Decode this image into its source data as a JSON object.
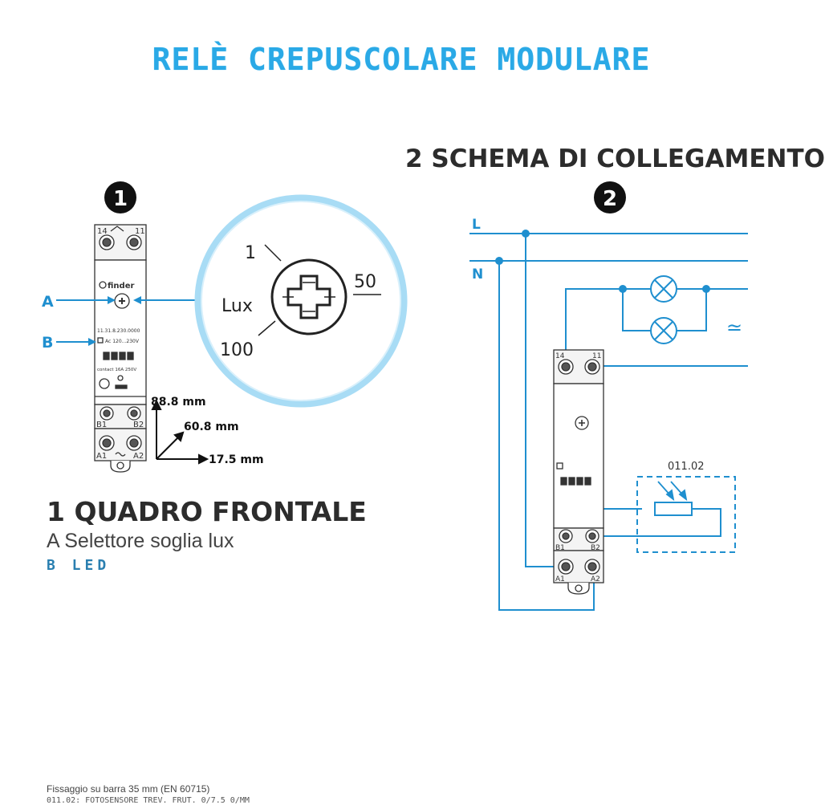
{
  "title": "RELÈ CREPUSCOLARE MODULARE",
  "schema_title": "2 SCHEMA DI COLLEGAMENTO",
  "badge_1": "1",
  "badge_2": "2",
  "section1_title": "1 QUADRO FRONTALE",
  "legend_a": "A Selettore soglia lux",
  "legend_b": "B LED",
  "callout_a": "A",
  "callout_b": "B",
  "device": {
    "brand": "finder",
    "model": "11.31.8.230.0000",
    "supply": "Ac 120...230V",
    "contact": "contact 16A 250V",
    "terminals": {
      "t14": "14",
      "t11": "11",
      "b1": "B1",
      "b2": "B2",
      "a1": "A1",
      "a2": "A2"
    }
  },
  "dial": {
    "label_1": "1",
    "label_50": "50",
    "label_lux": "Lux",
    "label_100": "100"
  },
  "dimensions": {
    "height": "88.8 mm",
    "depth": "60.8 mm",
    "width": "17.5 mm"
  },
  "wiring": {
    "line_l": "L",
    "line_n": "N",
    "ac_symbol": "≃",
    "sensor_code": "011.02"
  },
  "footer": {
    "line1": "Fissaggio su barra 35 mm (EN 60715)",
    "line2": "011.02: FOTOSENSORE TREV. FRUT. 0/7.5 0/MM"
  },
  "colors": {
    "accent": "#2aa9e6",
    "wire": "#1f8fcf",
    "title": "#2c2c2c"
  }
}
